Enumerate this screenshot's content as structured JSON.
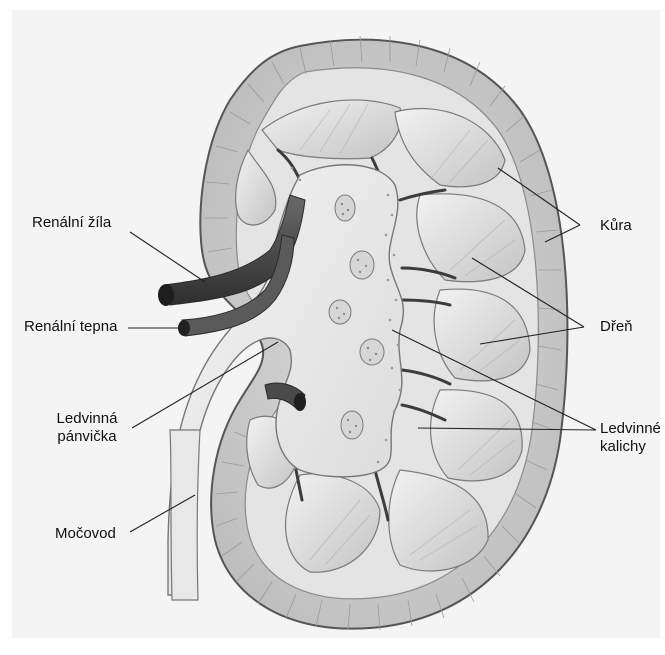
{
  "labels": {
    "renal_vein": "Renální žíla",
    "renal_artery": "Renální tepna",
    "renal_pelvis_line1": "Ledvinná",
    "renal_pelvis_line2": "pánvička",
    "ureter": "Močovod",
    "cortex": "Kůra",
    "medulla": "Dřeň",
    "calyces_line1": "Ledvinné",
    "calyces_line2": "kalichy"
  },
  "colors": {
    "background": "#ffffff",
    "panel": "#f5f5f5",
    "tissue_light": "#eeeeee",
    "tissue_mid": "#cfcfcf",
    "tissue_dark": "#8a8a8a",
    "vessel": "#4a4a4a",
    "outline": "#555555"
  }
}
